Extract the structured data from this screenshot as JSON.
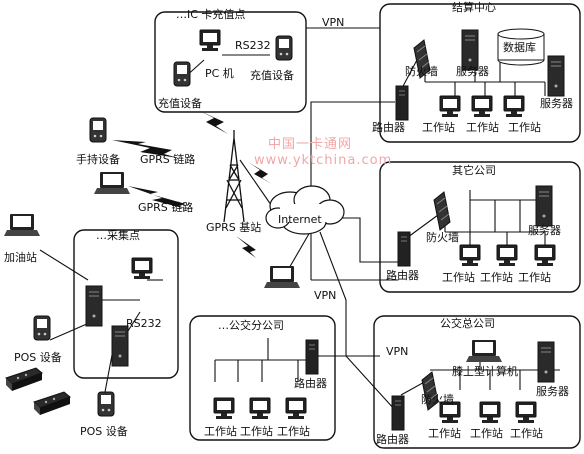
{
  "title": "",
  "watermark": {
    "cn": "中国一卡通网",
    "url": "www.yktchina.com"
  },
  "groups": {
    "ic_recharge": {
      "title": "…IC 卡充值点",
      "pc": "PC 机",
      "device": "充值设备",
      "rs232": "RS232",
      "recharge_device": "充值设备"
    },
    "settlement": {
      "title": "结算中心",
      "firewall": "防火墙",
      "server": "服务器",
      "database": "数据库",
      "server2": "服务器",
      "router": "路由器",
      "workstations": [
        "工作站",
        "工作站",
        "工作站"
      ]
    },
    "other": {
      "title": "其它公司",
      "firewall": "防火墙",
      "server": "服务器",
      "router": "路由器",
      "workstations": [
        "工作站",
        "工作站",
        "工作站"
      ]
    },
    "collect": {
      "title": "…采集点",
      "rs232": "RS232",
      "gas_station": "加油站",
      "pos1": "POS 设备",
      "pos2": "POS 设备"
    },
    "branch": {
      "title": "…公交分公司",
      "router": "路由器",
      "workstations": [
        "工作站",
        "工作站",
        "工作站"
      ]
    },
    "head": {
      "title": "公交总公司",
      "laptop": "膝上型计算机",
      "server": "服务器",
      "firewall": "防火墙",
      "router": "路由器",
      "workstations": [
        "工作站",
        "工作站",
        "工作站"
      ]
    }
  },
  "network": {
    "internet": "Internet",
    "gprs_station": "GPRS 基站",
    "gprs_link1": "GPRS 链路",
    "gprs_link2": "GPRS 链路",
    "handheld": "手持设备",
    "vpn1": "VPN",
    "vpn2": "VPN",
    "vpn3": "VPN"
  }
}
